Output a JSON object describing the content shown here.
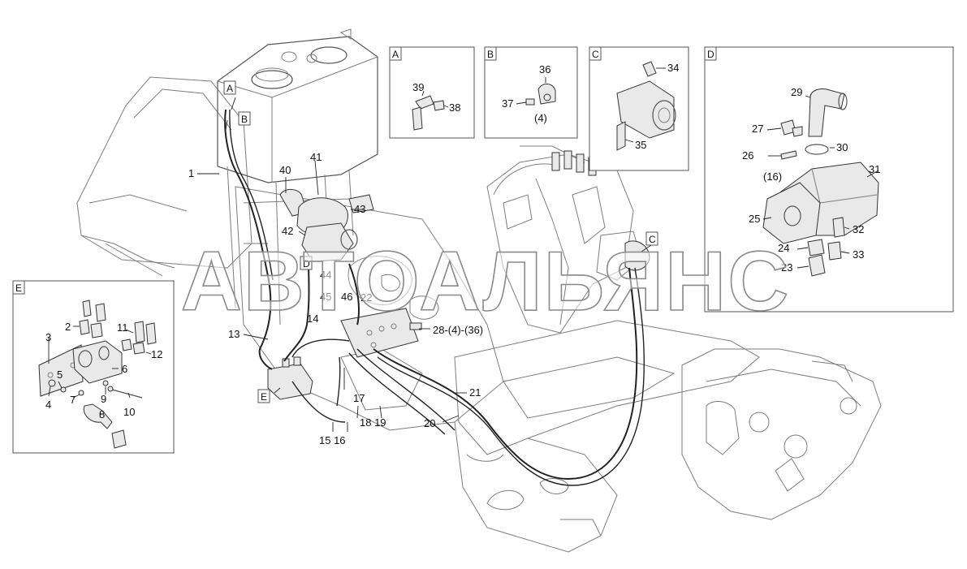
{
  "watermark": "АВТОАЛЬЯНС",
  "detail_views": [
    {
      "tag": "A"
    },
    {
      "tag": "B"
    },
    {
      "tag": "C"
    },
    {
      "tag": "D"
    },
    {
      "tag": "E"
    }
  ],
  "main_callouts": {
    "flag_a": "A",
    "flag_b": "B",
    "flag_c": "C",
    "flag_d": "D",
    "flag_e": "E",
    "n1": "1",
    "n13": "13",
    "n14": "14",
    "n15_16": "15 16",
    "n17": "17",
    "n18_19": "18 19",
    "n20": "20",
    "n21": "21",
    "n22": "22",
    "n28": "28-(4)-(36)",
    "n40": "40",
    "n41": "41",
    "n42": "42",
    "n43": "43",
    "n44": "44",
    "n45": "45",
    "n46": "46"
  },
  "view_a": {
    "n38": "38",
    "n39": "39"
  },
  "view_b": {
    "n36": "36",
    "n37": "37",
    "n4": "(4)"
  },
  "view_c": {
    "n34": "34",
    "n35": "35"
  },
  "view_d": {
    "n23": "23",
    "n24": "24",
    "n25": "25",
    "n26": "26",
    "n16": "(16)",
    "n27": "27",
    "n29": "29",
    "n30": "30",
    "n31": "31",
    "n32": "32",
    "n33": "33"
  },
  "view_e": {
    "n2": "2",
    "n3": "3",
    "n4": "4",
    "n5": "5",
    "n6": "6",
    "n7": "7",
    "n8": "8",
    "n9": "9",
    "n10": "10",
    "n11": "11",
    "n12": "12"
  }
}
